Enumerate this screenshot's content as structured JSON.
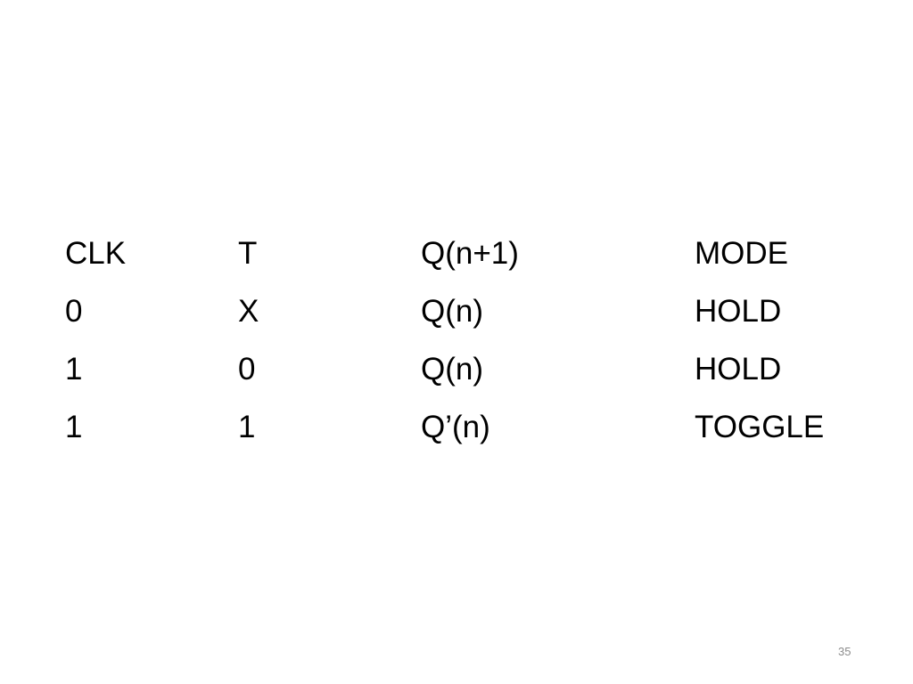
{
  "table": {
    "header": [
      "CLK",
      "T",
      "Q(n+1)",
      "MODE"
    ],
    "rows": [
      [
        "0",
        "X",
        "Q(n)",
        "HOLD"
      ],
      [
        "1",
        "0",
        "Q(n)",
        "HOLD"
      ],
      [
        "1",
        "1",
        "Q’(n)",
        "TOGGLE"
      ]
    ]
  },
  "page_number": "35"
}
